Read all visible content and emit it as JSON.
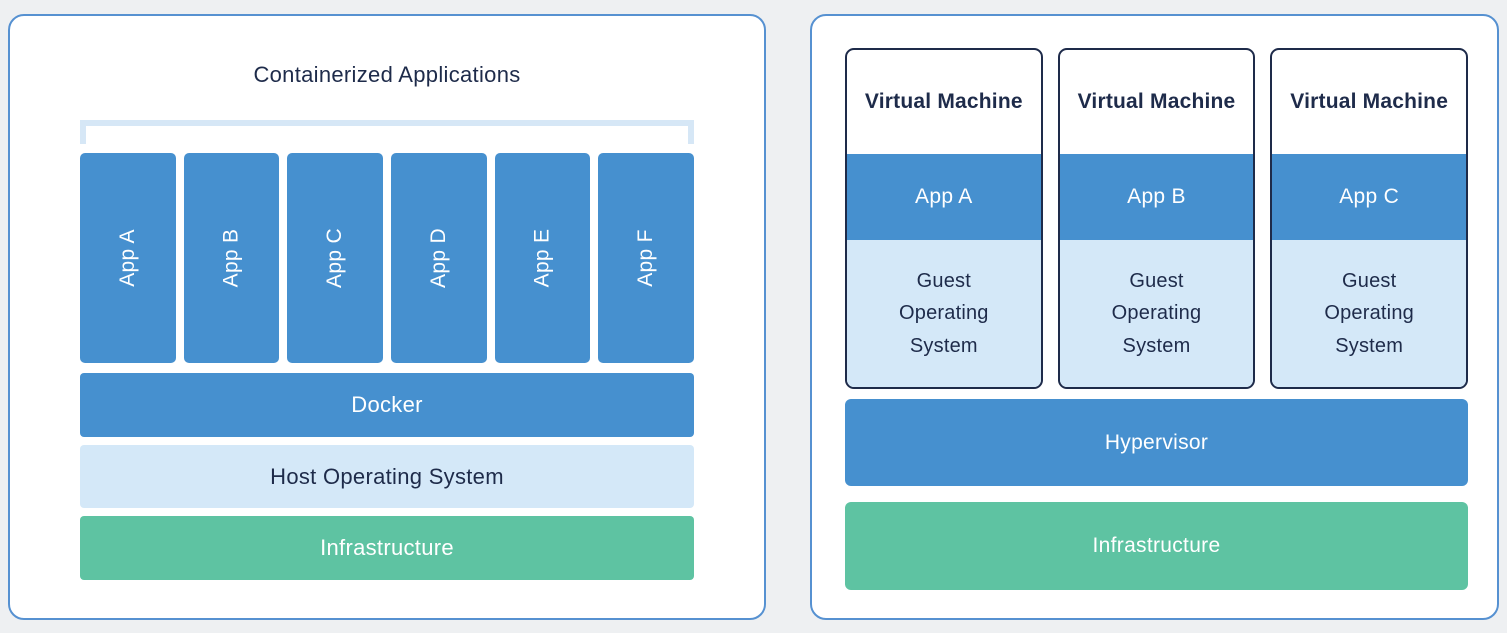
{
  "left_panel": {
    "title": "Containerized Applications",
    "apps": [
      "App A",
      "App B",
      "App C",
      "App D",
      "App E",
      "App F"
    ],
    "layers": {
      "docker": "Docker",
      "host_os": "Host Operating System",
      "infrastructure": "Infrastructure"
    }
  },
  "right_panel": {
    "vms": [
      {
        "title": "Virtual Machine",
        "app": "App A",
        "os": "Guest Operating System"
      },
      {
        "title": "Virtual Machine",
        "app": "App B",
        "os": "Guest Operating System"
      },
      {
        "title": "Virtual Machine",
        "app": "App C",
        "os": "Guest Operating System"
      }
    ],
    "layers": {
      "hypervisor": "Hypervisor",
      "infrastructure": "Infrastructure"
    }
  },
  "colors": {
    "blue": "#4690cf",
    "light_blue": "#d4e8f8",
    "green": "#5ec3a2",
    "navy_text": "#1e2b4a",
    "panel_border": "#5691d1",
    "bracket": "#d6e7f6",
    "page_background": "#eef0f2"
  }
}
